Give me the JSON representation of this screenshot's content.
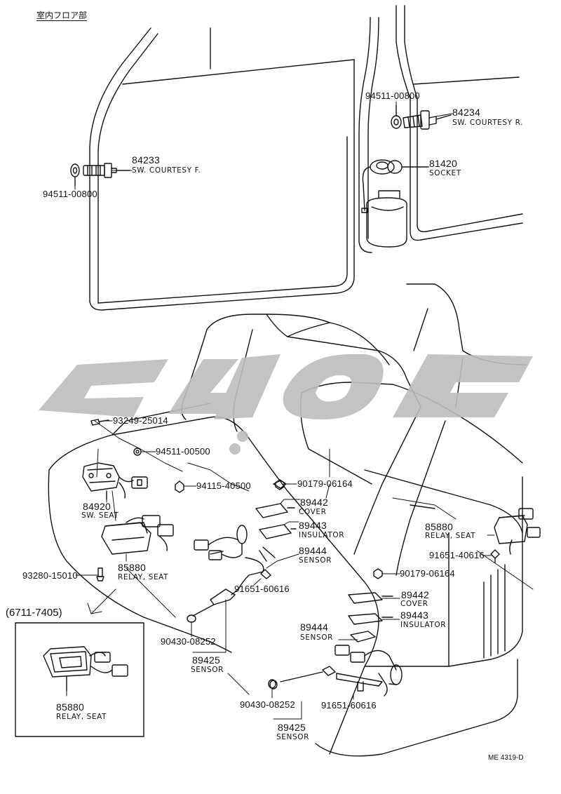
{
  "header": {
    "section_title": "室内フロア部"
  },
  "callout": {
    "range": "(6711-7405)"
  },
  "watermark": {
    "color": "#bdbdbd"
  },
  "footer": {
    "drawing_code": "ME 4319-D"
  },
  "parts": {
    "washer_right": {
      "number": "94511-00800"
    },
    "sw_courtesy_r": {
      "number": "84234",
      "name": "SW. COURTESY R."
    },
    "sw_courtesy_f": {
      "number": "84233",
      "name": "SW. COURTESY F."
    },
    "washer_left": {
      "number": "94511-00800"
    },
    "socket": {
      "number": "81420",
      "name": "SOCKET"
    },
    "bolt_93249": {
      "number": "93249-25014"
    },
    "washer_94511_00500": {
      "number": "94511-00500"
    },
    "nut_94115": {
      "number": "94115-40500"
    },
    "sw_seat": {
      "number": "84920",
      "name": "SW. SEAT"
    },
    "nut_90179_a": {
      "number": "90179-06164"
    },
    "cover_a": {
      "number": "89442",
      "name": "COVER"
    },
    "insulator_a": {
      "number": "89443",
      "name": "INSULATOR"
    },
    "sensor_89444_a": {
      "number": "89444",
      "name": "SENSOR"
    },
    "relay_seat_right": {
      "number": "85880",
      "name": "RELAY, SEAT"
    },
    "bolt_91651_40616": {
      "number": "91651-40616"
    },
    "nut_90179_b": {
      "number": "90179-06164"
    },
    "screw_93280": {
      "number": "93280-15010"
    },
    "relay_seat_center": {
      "number": "85880",
      "name": "RELAY, SEAT"
    },
    "bolt_91651_60616_a": {
      "number": "91651-60616"
    },
    "cover_b": {
      "number": "89442",
      "name": "COVER"
    },
    "insulator_b": {
      "number": "89443",
      "name": "INSULATOR"
    },
    "sensor_89444_b": {
      "number": "89444",
      "name": "SENSOR"
    },
    "washer_90430_a": {
      "number": "90430-08252"
    },
    "sensor_89425_a": {
      "number": "89425",
      "name": "SENSOR"
    },
    "washer_90430_b": {
      "number": "90430-08252"
    },
    "bolt_91651_60616_b": {
      "number": "91651-60616"
    },
    "sensor_89425_b": {
      "number": "89425",
      "name": "SENSOR"
    },
    "relay_seat_inset": {
      "number": "85880",
      "name": "RELAY, SEAT"
    }
  }
}
